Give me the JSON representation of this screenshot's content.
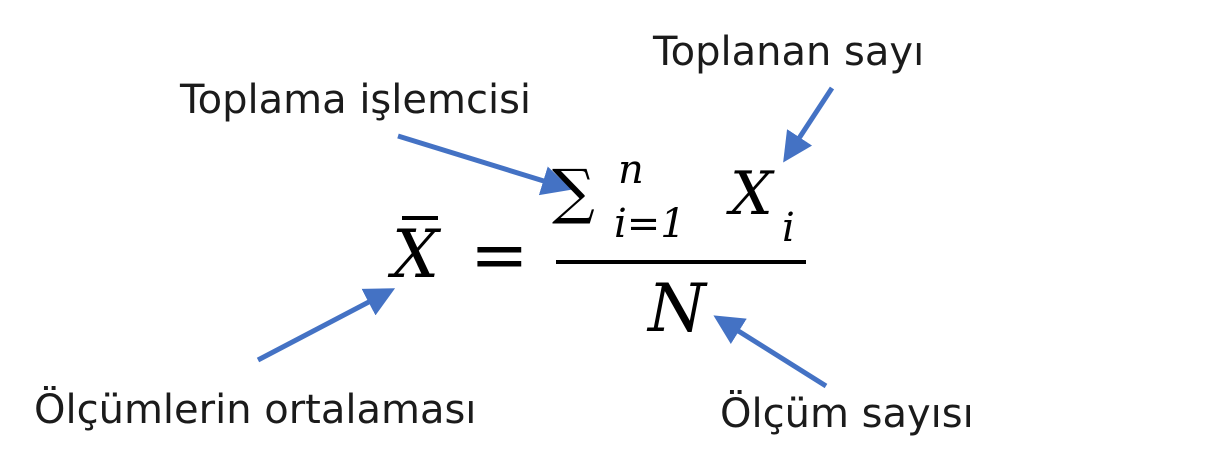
{
  "labels": {
    "summed_value": "Toplanan sayı",
    "summation_operator": "Toplama işlemcisi",
    "mean_of_measurements": "Ölçümlerin ortalaması",
    "number_of_measurements": "Ölçüm sayısı"
  },
  "formula": {
    "mean_symbol": "X",
    "equals": "=",
    "sum_symbol": "∑",
    "upper_limit": "n",
    "lower_limit": "i=1",
    "term_variable": "X",
    "term_subscript": "i",
    "denominator": "N"
  },
  "colors": {
    "arrow": "#4472C4",
    "text": "#1b1b1b"
  }
}
